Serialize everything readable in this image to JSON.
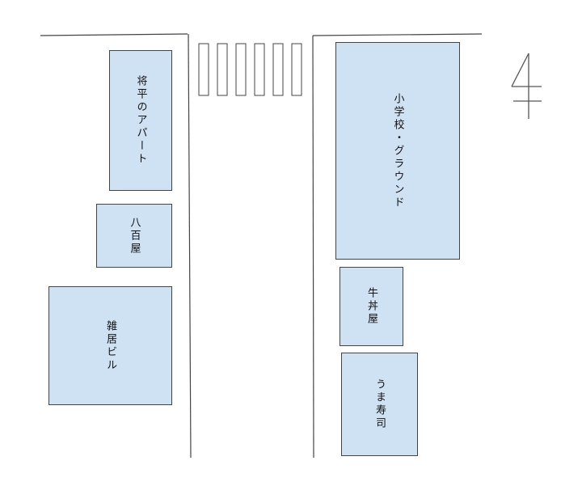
{
  "buildings": {
    "apartment": "将平のアパート",
    "greengrocer": "八百屋",
    "mixed_building": "雑居ビル",
    "school": "小学校・グラウンド",
    "gyudon": "牛丼屋",
    "sushi": "うま寿司"
  },
  "colors": {
    "building_fill": "#cfe2f3",
    "line": "#444444"
  },
  "icons": {
    "north": "north-arrow-icon",
    "crosswalk": "crosswalk"
  }
}
